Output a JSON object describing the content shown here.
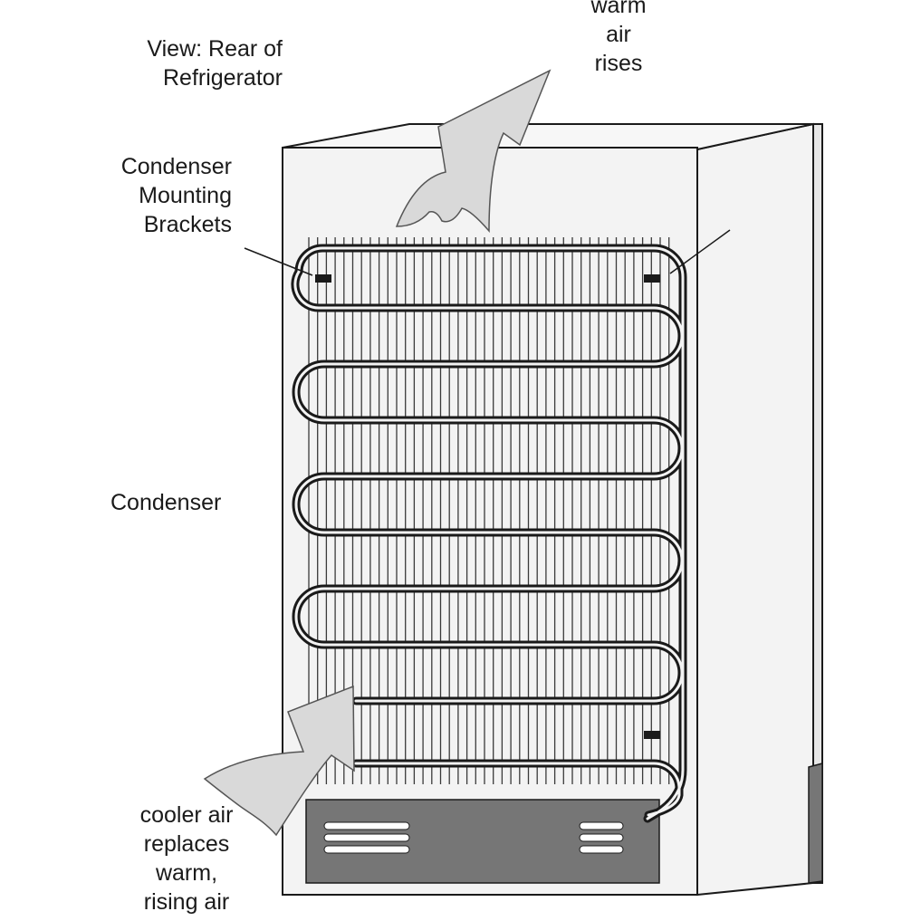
{
  "labels": {
    "view": [
      "View: Rear of",
      "Refrigerator"
    ],
    "warm_air": [
      "warm",
      "air",
      "rises"
    ],
    "brackets": [
      "Condenser",
      "Mounting",
      "Brackets"
    ],
    "condenser": "Condenser",
    "cooler_air": [
      "cooler air",
      "replaces",
      "warm,",
      "rising air"
    ]
  },
  "colors": {
    "outline": "#1a1a1a",
    "cabinet": "#f3f3f3",
    "grille": "#767676",
    "arrow": "#d9d9d9"
  }
}
